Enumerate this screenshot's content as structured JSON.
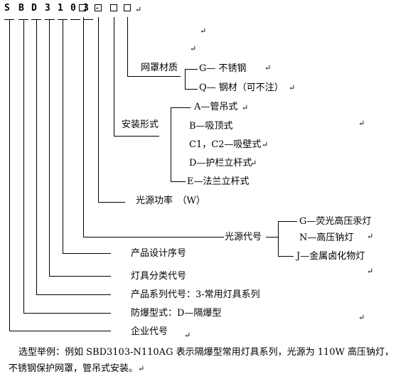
{
  "header": {
    "code_chars": [
      "S",
      "B",
      "D",
      "3",
      "1",
      "0",
      "3"
    ],
    "dash": "-",
    "mark": "↵"
  },
  "labels": {
    "mesh_material": "网罩材质",
    "mesh_g": "G— 不锈钢",
    "mesh_q": "Q— 钢材（可不注）",
    "install_form": "安装形式",
    "install_a": "A—管吊式",
    "install_b": "B—吸顶式",
    "install_c": "C1，C2—吸壁式",
    "install_d": "D—护栏立杆式",
    "install_e": "E—法兰立杆式",
    "power": "光源功率　（W）",
    "light_code": "光源代号",
    "light_g": "G—荧光高压汞灯",
    "light_n": "N—高压钠灯",
    "light_j": "J—金属卤化物灯",
    "design_seq": "产品设计序号",
    "class_code": "灯具分类代号",
    "series_code": "产品系列代号：3-常用灯具系列",
    "explosion": "防爆型式：D—隔爆型",
    "company": "企业代号"
  },
  "note": {
    "line1": "选型举例：例如 SBD3103-N110AG 表示隔爆型常用灯具系列，光源为 110W 高压钠灯，",
    "line2": "不锈钢保护网罩，管吊式安装。"
  }
}
